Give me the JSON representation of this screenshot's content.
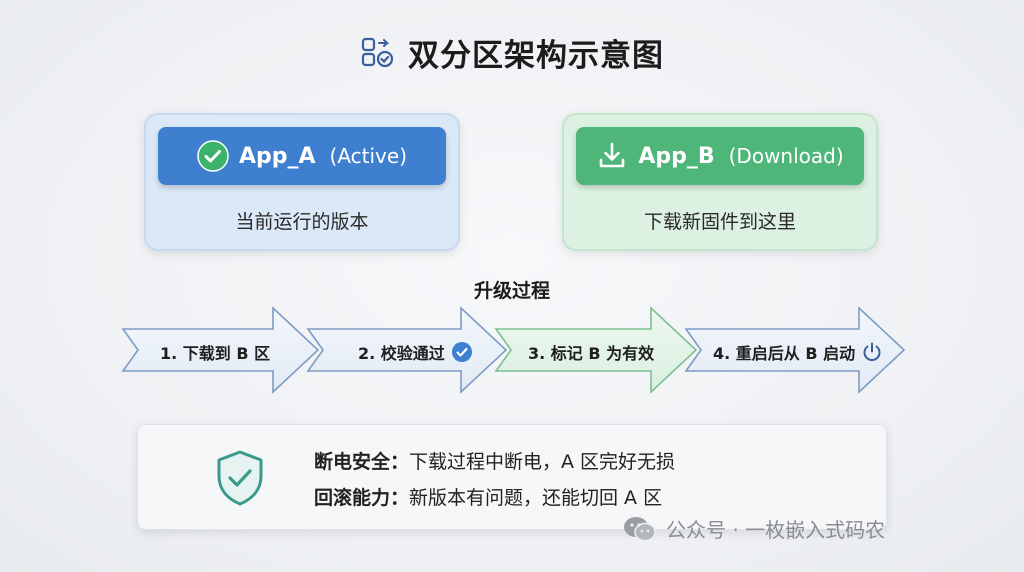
{
  "title": "双分区架构示意图",
  "app_a": {
    "name": "App_A",
    "status": "(Active)",
    "desc": "当前运行的版本"
  },
  "app_b": {
    "name": "App_B",
    "status": "(Download)",
    "desc": "下载新固件到这里"
  },
  "process": {
    "title": "升级过程",
    "steps": [
      "1. 下载到 B 区",
      "2. 校验通过",
      "3. 标记 B 为有效",
      "4. 重启后从 B 启动"
    ]
  },
  "info": {
    "line1_label": "断电安全：",
    "line1_text": "下载过程中断电，A 区完好无损",
    "line2_label": "回滚能力：",
    "line2_text": "新版本有问题，还能切回 A 区"
  },
  "watermark": "公众号 · 一枚嵌入式码农",
  "colors": {
    "blue": "#3f7fd0",
    "green": "#4fb679",
    "teal": "#3a9a8c"
  }
}
